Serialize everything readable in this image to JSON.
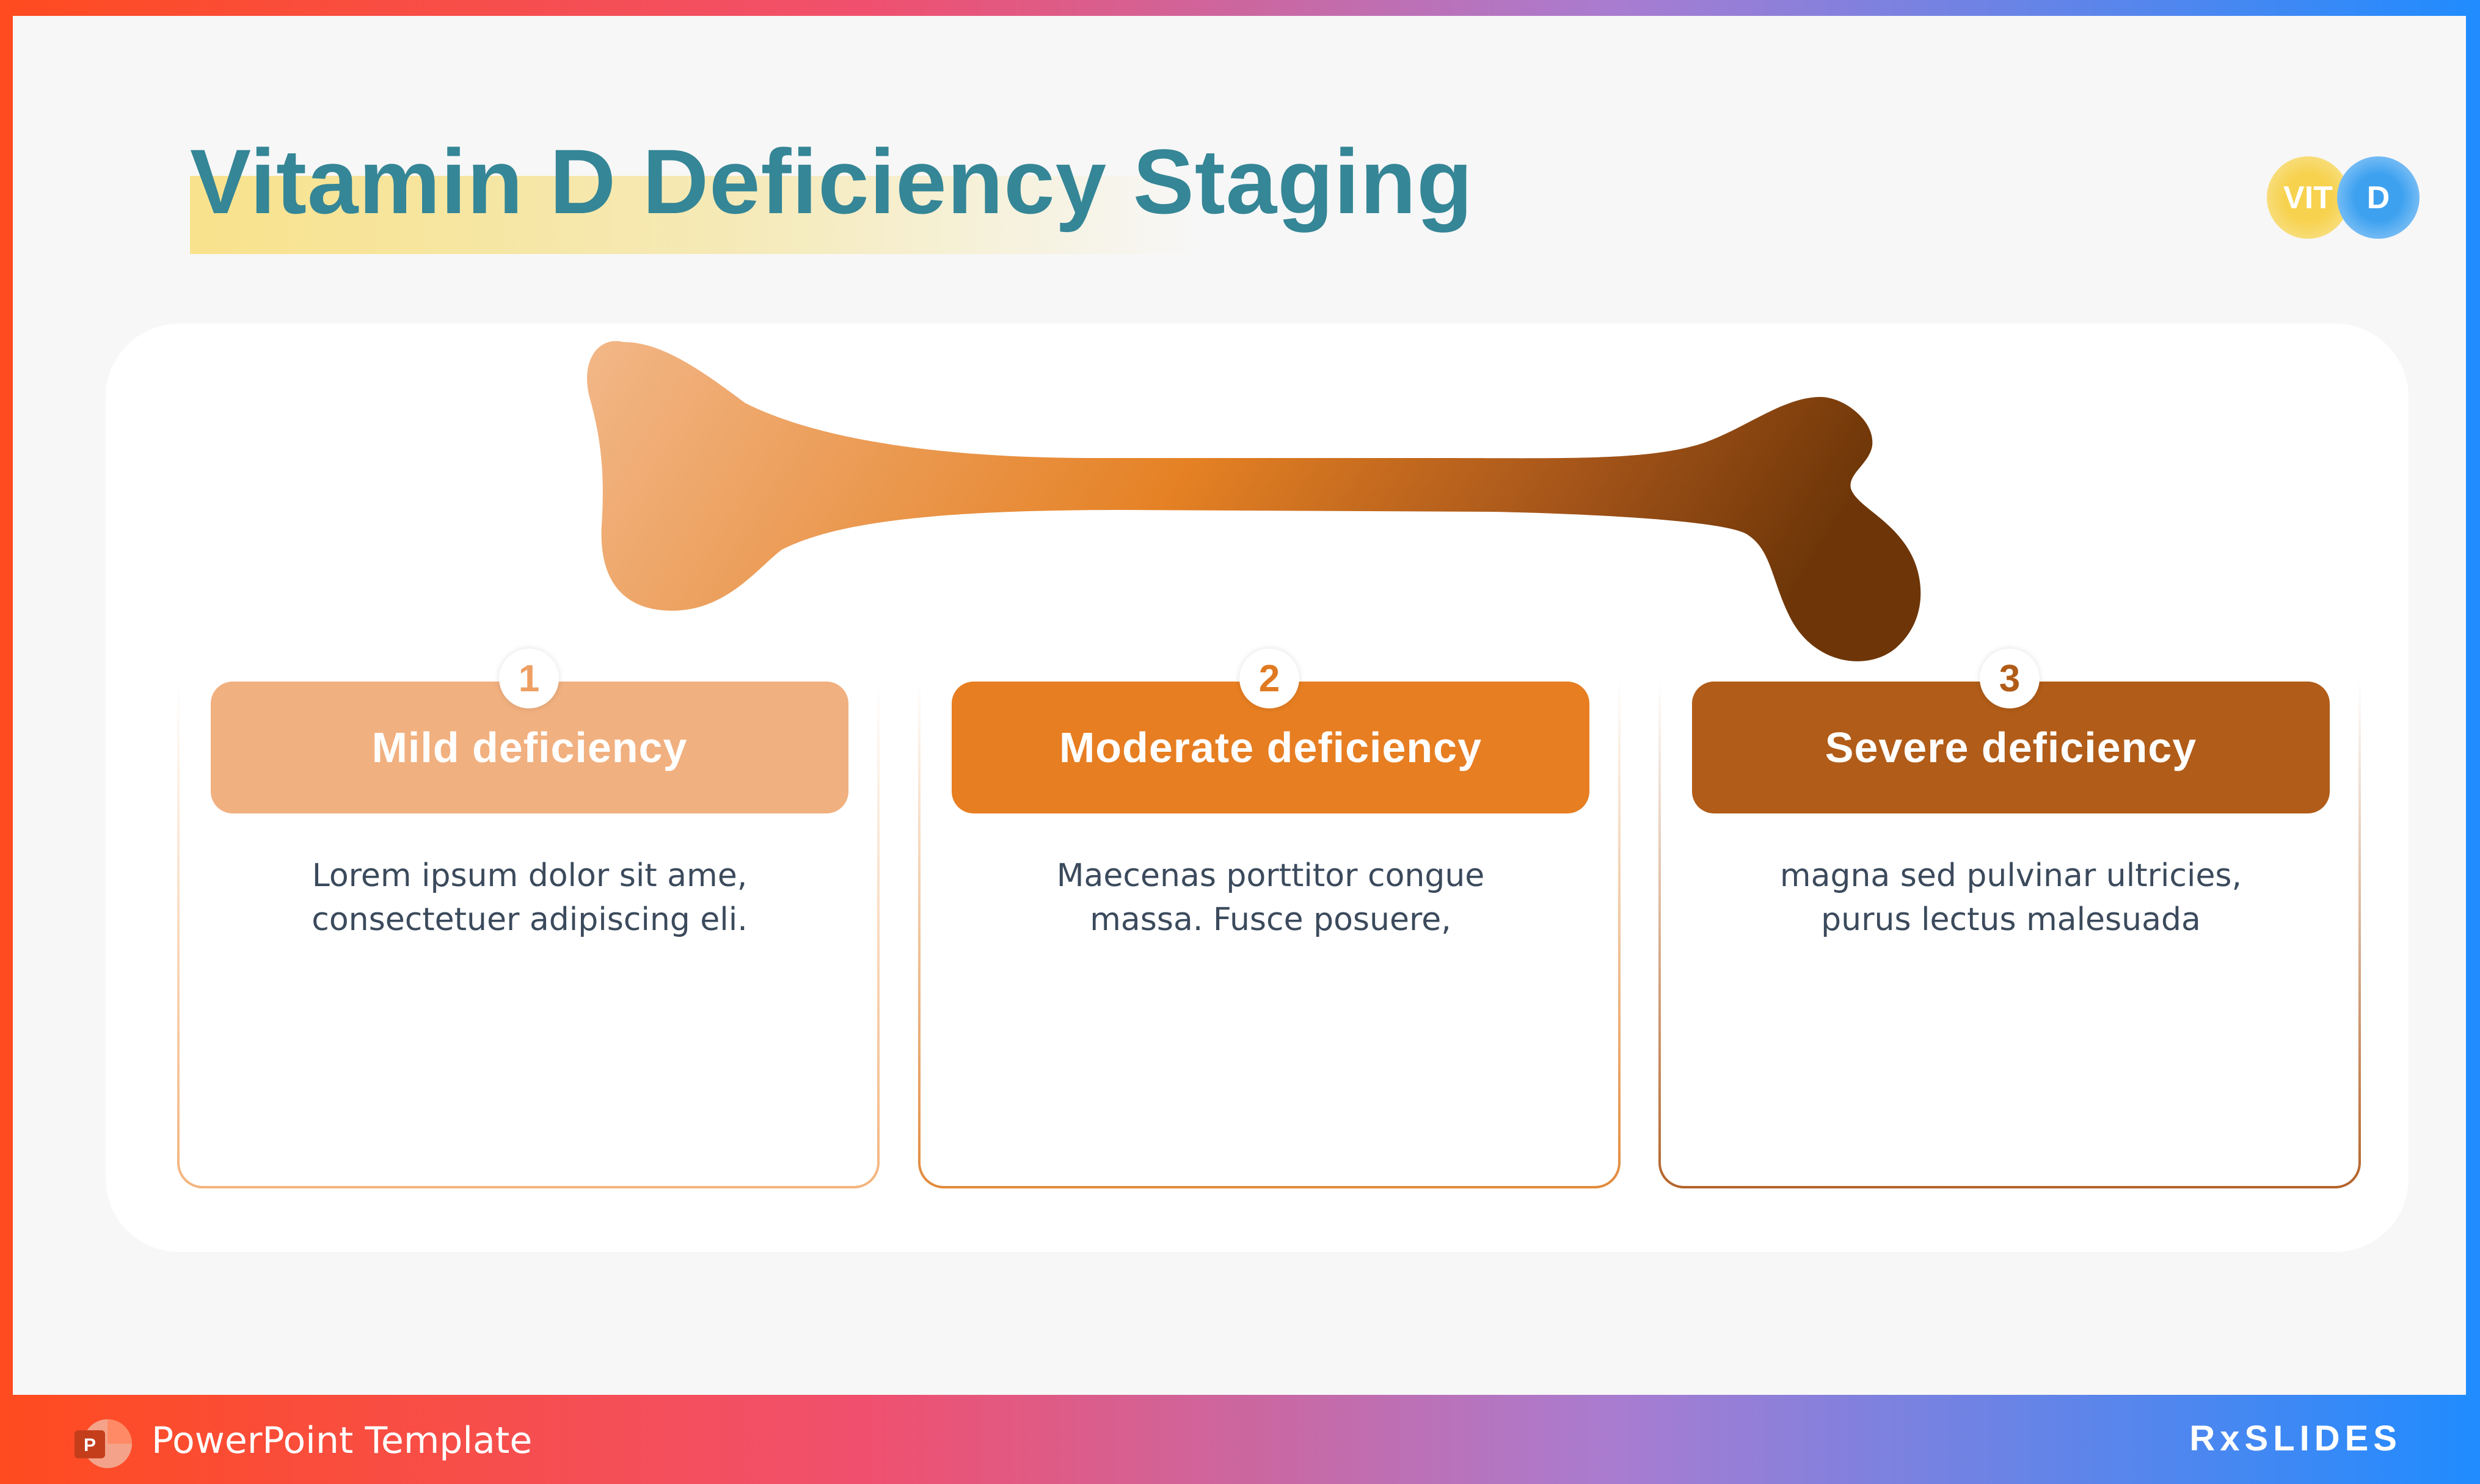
{
  "slide": {
    "title": "Vitamin D Deficiency Staging",
    "badge": {
      "vit": "VIT",
      "d": "D"
    }
  },
  "stages": [
    {
      "number": "1",
      "title": "Mild deficiency",
      "lines": [
        "Lorem ipsum dolor sit ame,",
        "consectetuer adipiscing eli."
      ],
      "color": "#f1b07f"
    },
    {
      "number": "2",
      "title": "Moderate deficiency",
      "lines": [
        "Maecenas porttitor congue",
        "massa. Fusce posuere,"
      ],
      "color": "#e77e22"
    },
    {
      "number": "3",
      "title": "Severe deficiency",
      "lines": [
        "magna sed pulvinar ultricies,",
        "purus lectus malesuada"
      ],
      "color": "#b15c18"
    }
  ],
  "footer": {
    "label": "PowerPoint Template",
    "brand": "RxSLIDES",
    "app_icon": "powerpoint-icon"
  },
  "colors": {
    "title": "#358696",
    "bone_light": "#f2b788",
    "bone_dark": "#6e3608"
  }
}
